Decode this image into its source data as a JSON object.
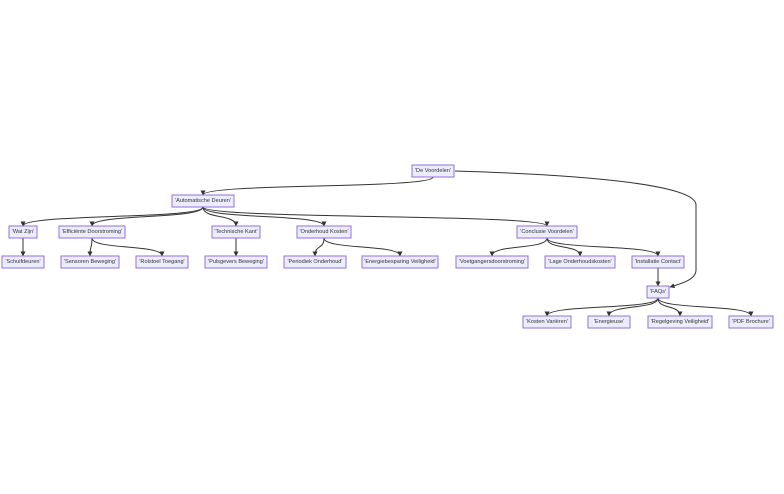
{
  "diagram": {
    "type": "flowchart",
    "colors": {
      "node_fill": "#ECECFF",
      "node_stroke": "#9370DB",
      "edge": "#333333",
      "text": "#333333"
    },
    "nodes": [
      {
        "id": "voordelen",
        "label": "'De Voordelen'"
      },
      {
        "id": "automatische",
        "label": "'Automatische Deuren'"
      },
      {
        "id": "watzijn",
        "label": "'Wat Zijn'"
      },
      {
        "id": "efficiente",
        "label": "'Efficiënte Doorstroming'"
      },
      {
        "id": "technische",
        "label": "'Technische Kant'"
      },
      {
        "id": "onderhoud",
        "label": "'Onderhoud Kosten'"
      },
      {
        "id": "conclusie",
        "label": "'Conclusie Voordelen'"
      },
      {
        "id": "schuif",
        "label": "'Schuifdeuren'"
      },
      {
        "id": "sensoren",
        "label": "'Sensoren Beweging'"
      },
      {
        "id": "rolstoel",
        "label": "'Rolstoel Toegang'"
      },
      {
        "id": "pulsgevers",
        "label": "'Pulsgevers Beweging'"
      },
      {
        "id": "periodiek",
        "label": "'Periodiek Onderhoud'"
      },
      {
        "id": "energiebesparing",
        "label": "'Energiebesparing Veiligheid'"
      },
      {
        "id": "voetgangers",
        "label": "'Voetgangersdoorstroming'"
      },
      {
        "id": "lage",
        "label": "'Lage Onderhoudskosten'"
      },
      {
        "id": "installatie",
        "label": "'Installatie Contact'"
      },
      {
        "id": "faqs",
        "label": "'FAQs'"
      },
      {
        "id": "kosten",
        "label": "'Kosten Variëren'"
      },
      {
        "id": "energieuse",
        "label": "'Energieuse'"
      },
      {
        "id": "regelgeving",
        "label": "'Regelgeving Veiligheid'"
      },
      {
        "id": "pdf",
        "label": "'PDF Brochure'"
      }
    ],
    "edges": [
      {
        "from": "voordelen",
        "to": "automatische"
      },
      {
        "from": "voordelen",
        "to": "faqs"
      },
      {
        "from": "automatische",
        "to": "watzijn"
      },
      {
        "from": "automatische",
        "to": "efficiente"
      },
      {
        "from": "automatische",
        "to": "technische"
      },
      {
        "from": "automatische",
        "to": "onderhoud"
      },
      {
        "from": "automatische",
        "to": "conclusie"
      },
      {
        "from": "watzijn",
        "to": "schuif"
      },
      {
        "from": "efficiente",
        "to": "sensoren"
      },
      {
        "from": "efficiente",
        "to": "rolstoel"
      },
      {
        "from": "technische",
        "to": "pulsgevers"
      },
      {
        "from": "onderhoud",
        "to": "periodiek"
      },
      {
        "from": "onderhoud",
        "to": "energiebesparing"
      },
      {
        "from": "conclusie",
        "to": "voetgangers"
      },
      {
        "from": "conclusie",
        "to": "lage"
      },
      {
        "from": "conclusie",
        "to": "installatie"
      },
      {
        "from": "installatie",
        "to": "faqs"
      },
      {
        "from": "faqs",
        "to": "kosten"
      },
      {
        "from": "faqs",
        "to": "energieuse"
      },
      {
        "from": "faqs",
        "to": "regelgeving"
      },
      {
        "from": "faqs",
        "to": "pdf"
      }
    ]
  }
}
